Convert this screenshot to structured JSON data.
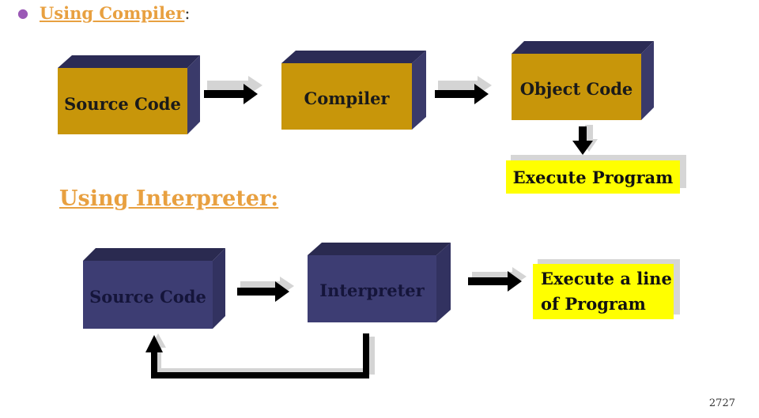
{
  "compiler_section": {
    "title": "Using Compiler",
    "colon": ":",
    "source_label": "Source Code",
    "compiler_label": "Compiler",
    "object_label": "Object Code",
    "execute_label": "Execute Program"
  },
  "interpreter_section": {
    "title": "Using Interpreter:",
    "source_label": "Source Code",
    "interpreter_label": "Interpreter",
    "execute_line1": "Execute a line",
    "execute_line2": "of Program"
  },
  "page_number": "2727",
  "colors": {
    "gold_front": "#c8960a",
    "gold_top": "#2b2b55",
    "gold_side": "#3a3a6a",
    "navy_front": "#3d3d73",
    "navy_top": "#2a2a50",
    "navy_side": "#323260",
    "highlight_yellow": "#ffff00",
    "title_orange": "#e8a040",
    "bullet_purple": "#9b59b6"
  }
}
